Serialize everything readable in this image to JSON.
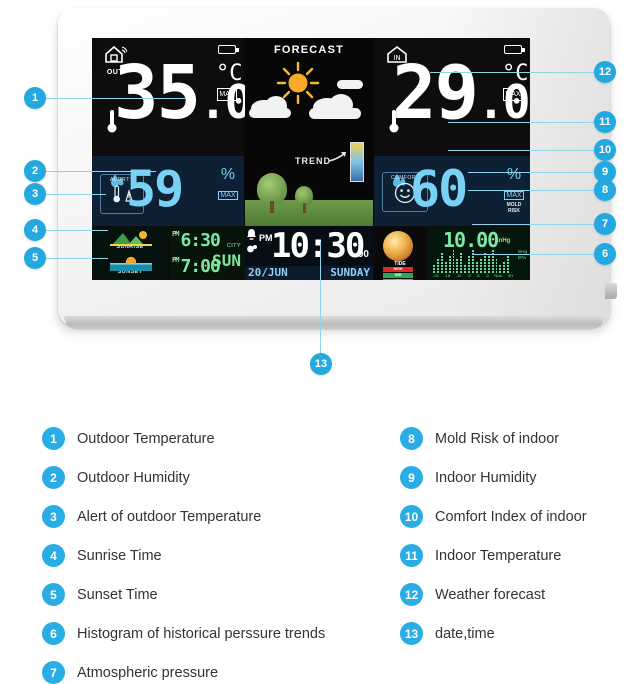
{
  "device": {
    "lcd": {
      "outdoor": {
        "location_label": "OUT",
        "temperature": "35",
        "temperature_decimal": ".0",
        "unit": "°C",
        "minmax_label": "MAX",
        "humidity": "59",
        "humidity_unit": "%",
        "humidity_minmax": "MAX",
        "alerts_label": "ALERTS"
      },
      "forecast": {
        "title": "FORECAST",
        "trend_label": "TREND"
      },
      "indoor": {
        "location_label": "IN",
        "temperature": "29",
        "temperature_decimal": ".0",
        "unit": "°C",
        "minmax_label": "MAX",
        "humidity": "60",
        "humidity_unit": "%",
        "humidity_minmax": "MAX",
        "comfort_label": "COMFORT",
        "mold_label": "MOLD RISK"
      },
      "sun": {
        "sunrise_label": "SUNRISE",
        "sunset_label": "SUNSET",
        "sunrise_ampm": "PM",
        "sunrise_time": "6:30",
        "sunset_ampm": "PM",
        "sunset_time": "7:00",
        "city_label": "CITY",
        "city_value": "SUN"
      },
      "clock": {
        "ampm": "PM",
        "time": "10:30",
        "seconds": "00",
        "date": "20/JUN",
        "weekday": "SUNDAY"
      },
      "moon": {
        "tide_label": "TIDE",
        "tide_levels": [
          "HIGH",
          "MID",
          "LOW"
        ],
        "tide_colors": [
          "#e02626",
          "#2fa84f",
          "#3fa9e0"
        ]
      },
      "pressure": {
        "value": "10.00",
        "unit": "inHg",
        "axis_labels": [
          "-24",
          "-18",
          "-12",
          "-9",
          "-6",
          "-3",
          "Now",
          "3H"
        ],
        "axis_unit_top": "inHg",
        "axis_unit_bottom": "hPa",
        "histogram_values": [
          3,
          5,
          7,
          4,
          6,
          8,
          5,
          7,
          3,
          6,
          8,
          4,
          5,
          7,
          6,
          8,
          5,
          3,
          4,
          6
        ]
      }
    }
  },
  "callouts": [
    {
      "n": "1"
    },
    {
      "n": "2"
    },
    {
      "n": "3"
    },
    {
      "n": "4"
    },
    {
      "n": "5"
    },
    {
      "n": "6"
    },
    {
      "n": "7"
    },
    {
      "n": "8"
    },
    {
      "n": "9"
    },
    {
      "n": "10"
    },
    {
      "n": "11"
    },
    {
      "n": "12"
    },
    {
      "n": "13"
    }
  ],
  "legend": {
    "left": [
      {
        "n": "1",
        "label": "Outdoor Temperature"
      },
      {
        "n": "2",
        "label": "Outdoor Humidity"
      },
      {
        "n": "3",
        "label": "Alert of outdoor Temperature"
      },
      {
        "n": "4",
        "label": "Sunrise Time"
      },
      {
        "n": "5",
        "label": "Sunset Time"
      },
      {
        "n": "6",
        "label": "Histogram of historical perssure trends"
      },
      {
        "n": "7",
        "label": "Atmospheric pressure"
      }
    ],
    "right": [
      {
        "n": "8",
        "label": "Mold Risk of indoor"
      },
      {
        "n": "9",
        "label": "Indoor Humidity"
      },
      {
        "n": "10",
        "label": "Comfort Index of indoor"
      },
      {
        "n": "11",
        "label": "Indoor Temperature"
      },
      {
        "n": "12",
        "label": "Weather forecast"
      },
      {
        "n": "13",
        "label": "date,time"
      }
    ]
  },
  "colors": {
    "accent": "#29ade4",
    "line": "#8fd4ef",
    "lcd_bg": "#0a0a0a",
    "humidity_bg": "#0e2033",
    "humidity_digit": "#79d2f5",
    "green_digit": "#7ee6a0"
  }
}
